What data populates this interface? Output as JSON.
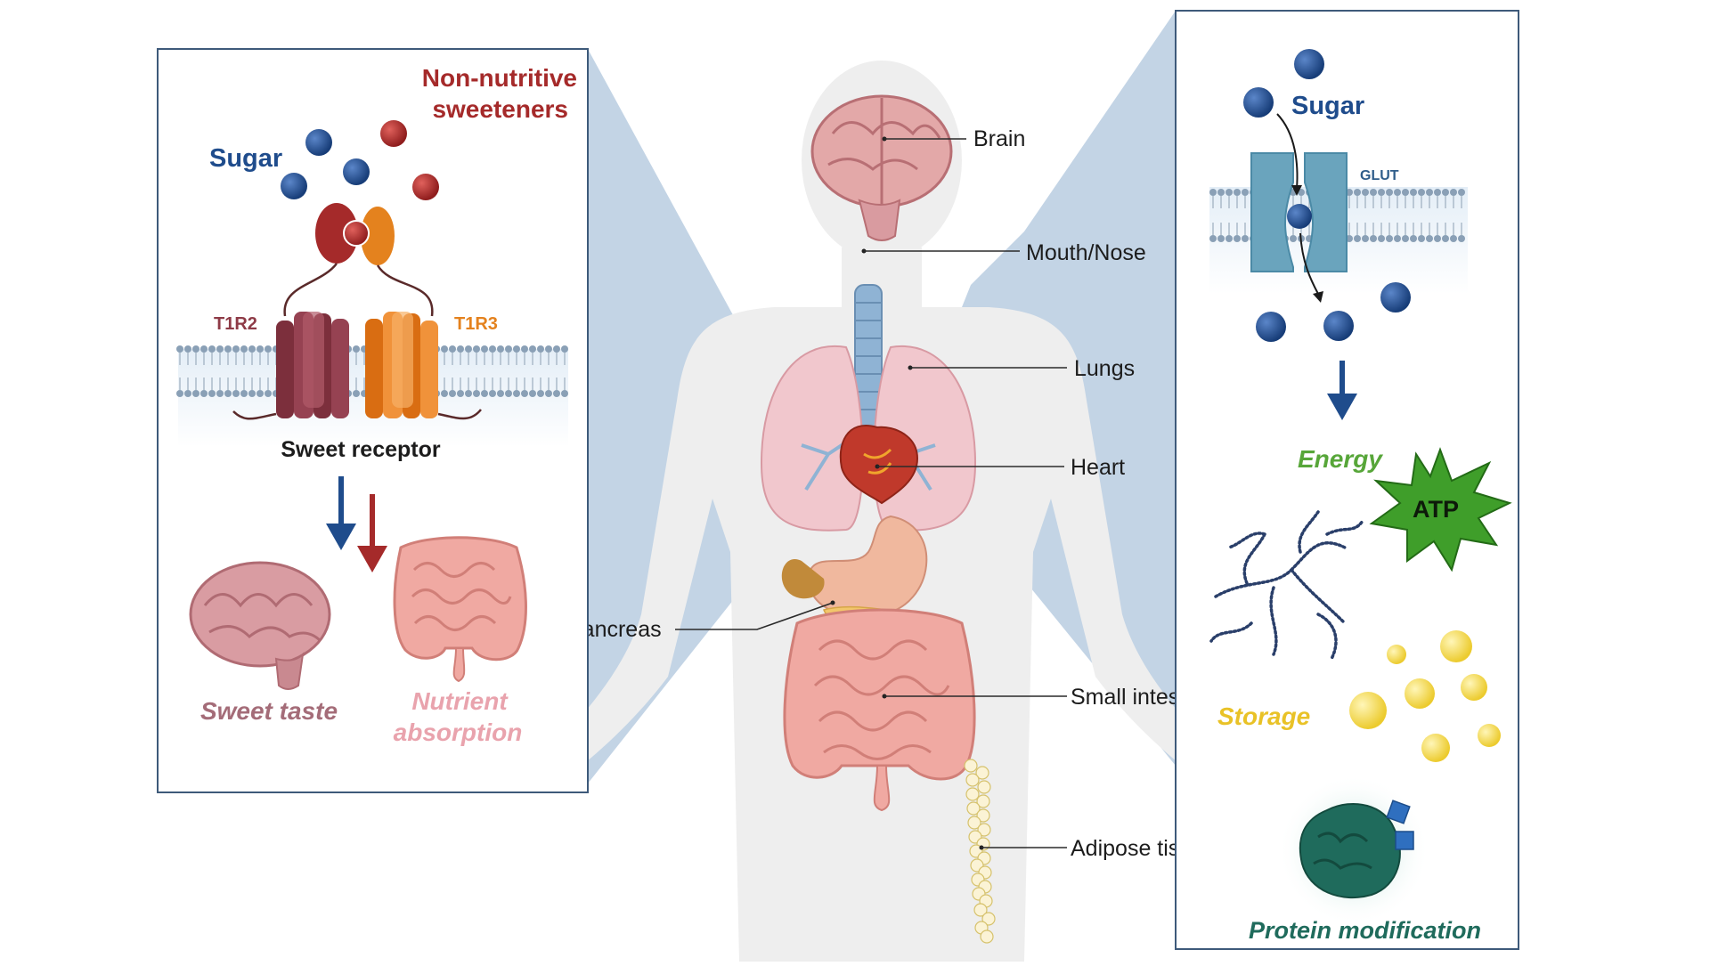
{
  "colors": {
    "sugar": "#1f4c8c",
    "sweetener": "#a52a2a",
    "t1r2": "#8e3b47",
    "t1r3": "#e4821e",
    "energy": "#57a639",
    "atp": "#3f9e2a",
    "storage": "#e9c227",
    "protein": "#1f6b5c",
    "cone": "#b8cde0",
    "panel_border": "#3e5a7a"
  },
  "body_labels": {
    "brain": "Brain",
    "mouth_nose": "Mouth/Nose",
    "lungs": "Lungs",
    "heart": "Heart",
    "pancreas": "Pancreas",
    "small_intestine": "Small intestine",
    "adipose_tissue": "Adipose tissue"
  },
  "left_panel": {
    "sweeteners_line1": "Non-nutritive",
    "sweeteners_line2": "sweeteners",
    "sugar": "Sugar",
    "t1r2": "T1R2",
    "t1r3": "T1R3",
    "sweet_receptor": "Sweet receptor",
    "sweet_taste": "Sweet taste",
    "nutrient_line1": "Nutrient",
    "nutrient_line2": "absorption"
  },
  "right_panel": {
    "sugar": "Sugar",
    "glut": "GLUT",
    "energy": "Energy",
    "atp": "ATP",
    "storage": "Storage",
    "protein_modification": "Protein modification"
  }
}
